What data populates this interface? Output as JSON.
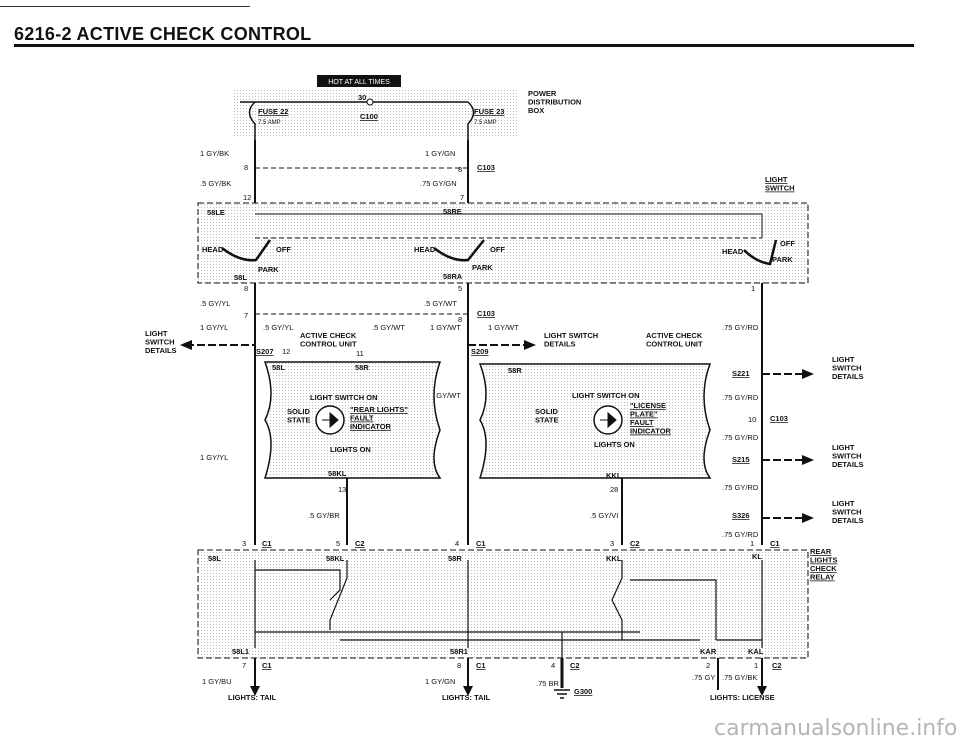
{
  "header": {
    "title": "6216-2   ACTIVE CHECK CONTROL"
  },
  "top": {
    "hot_label": "HOT AT ALL TIMES",
    "power_box": "POWER\nDISTRIBUTION\nBOX",
    "fuse22": "FUSE 22",
    "fuse22_amp": "7.5 AMP",
    "fuse23": "FUSE 23",
    "fuse23_amp": "7.5 AMP",
    "c100": "C100",
    "pin30": "30"
  },
  "wires": {
    "w_1gybk": "1 GY/BK",
    "w_1gygn": "1 GY/GN",
    "w_5gybk": ".5 GY/BK",
    "w_75gygn": ".75 GY/GN",
    "w_5gyyl": ".5 GY/YL",
    "w_5gywt": ".5 GY/WT",
    "w_1gyyl": "1 GY/YL",
    "w_1gywt": "1 GY/WT",
    "w_75gyrd": ".75 GY/RD",
    "w_5gybr": ".5 GY/BR",
    "w_5gyvi": ".5 GY/VI",
    "w_1gybu": "1 GY/BU",
    "w_75br": ".75 BR",
    "w_75gy": ".75 GY",
    "w_75gybk": ".75 GY/BK"
  },
  "pins": {
    "p8": "8",
    "p12": "12",
    "p7": "7",
    "p1": "1",
    "p5": "5",
    "p11": "11",
    "p13": "13",
    "p28": "28",
    "p10": "10",
    "p3": "3",
    "p4": "4",
    "p2": "2"
  },
  "connectors": {
    "c103": "C103",
    "c1": "C1",
    "c2": "C2",
    "s207": "S207",
    "s209": "S209",
    "s221": "S221",
    "s215": "S215",
    "s326": "S326",
    "g300": "G300"
  },
  "switch": {
    "light_switch": "LIGHT\nSWITCH",
    "light_switch_details": "LIGHT\nSWITCH\nDETAILS",
    "light_switch_details_inline": "LIGHT SWITCH\nDETAILS",
    "head": "HEAD",
    "off": "OFF",
    "park": "PARK",
    "58le": "58LE",
    "58re": "58RE",
    "58l": "58L",
    "58ra": "58RA",
    "58r": "58R"
  },
  "unit": {
    "title": "ACTIVE CHECK\nCONTROL UNIT",
    "light_switch_on": "LIGHT SWITCH ON",
    "solid_state": "SOLID\nSTATE",
    "rear_lights": "\"REAR LIGHTS\"\nFAULT\nINDICATOR",
    "license_plate": "\"LICENSE\nPLATE\"\nFAULT\nINDICATOR",
    "lights_on": "LIGHTS ON",
    "58kl": "58KL",
    "kkl": "KKL"
  },
  "relay": {
    "label": "REAR\nLIGHTS\nCHECK\nRELAY",
    "58l": "58L",
    "58kl": "58KL",
    "58r": "58R",
    "kkl": "KKL",
    "kl": "KL",
    "58l1": "58L1",
    "58r1": "58R1",
    "kar": "KAR",
    "kal": "KAL"
  },
  "bottom": {
    "tail_left": "LIGHTS: TAIL",
    "tail_right": "LIGHTS: TAIL",
    "license": "LIGHTS: LICENSE"
  },
  "watermark": "carmanualsonline.info"
}
